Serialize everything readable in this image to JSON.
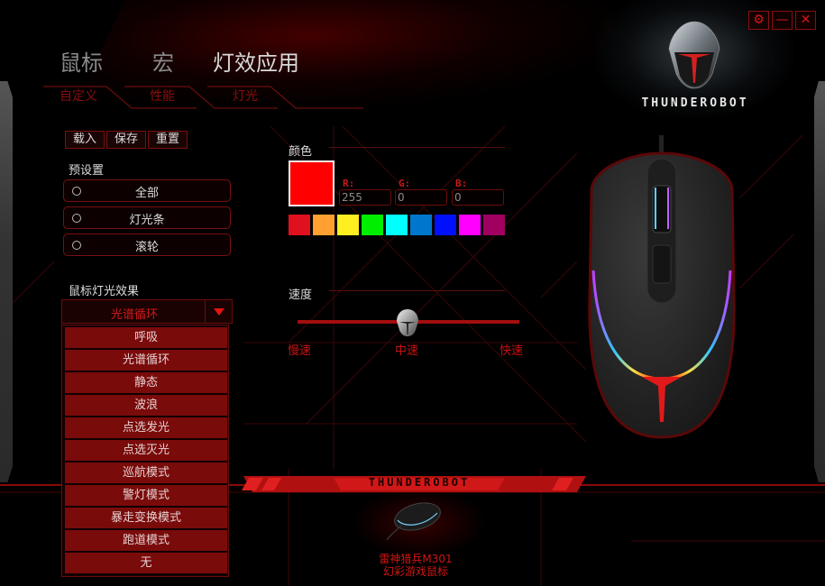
{
  "window": {
    "controls": [
      {
        "name": "settings",
        "glyph": "⚙"
      },
      {
        "name": "minimize",
        "glyph": "—"
      },
      {
        "name": "close",
        "glyph": "✕"
      }
    ]
  },
  "brand": {
    "logo_text": "THUNDEROBOT",
    "accent": "#d01818",
    "dark_red": "#7a0b0b"
  },
  "main_nav": {
    "items": [
      {
        "label": "鼠标",
        "active": false
      },
      {
        "label": "宏",
        "active": false
      },
      {
        "label": "灯效应用",
        "active": true
      }
    ]
  },
  "sub_tabs": [
    {
      "label": "自定义"
    },
    {
      "label": "性能"
    },
    {
      "label": "灯光"
    }
  ],
  "profile_buttons": {
    "load": "载入",
    "save": "保存",
    "reset": "重置"
  },
  "presets": {
    "label": "预设置",
    "items": [
      {
        "label": "全部"
      },
      {
        "label": "灯光条"
      },
      {
        "label": "滚轮"
      }
    ]
  },
  "effect": {
    "label": "鼠标灯光效果",
    "selected": "光谱循环",
    "options": [
      "呼吸",
      "光谱循环",
      "静态",
      "波浪",
      "点选发光",
      "点选灭光",
      "巡航模式",
      "警灯模式",
      "暴走变换模式",
      "跑道模式",
      "无"
    ]
  },
  "color": {
    "label": "颜色",
    "current": "#ff0000",
    "r_label": "R:",
    "g_label": "G:",
    "b_label": "B:",
    "r": "255",
    "g": "0",
    "b": "0",
    "palette": [
      "#e0101e",
      "#ffa030",
      "#ffee20",
      "#00ee00",
      "#00ffff",
      "#0077cc",
      "#0010ff",
      "#ff00ff",
      "#a00060"
    ]
  },
  "speed": {
    "label": "速度",
    "slow": "慢速",
    "medium": "中速",
    "fast": "快速",
    "value": "中速"
  },
  "footer": {
    "logo_text": "THUNDEROBOT",
    "product_line1": "雷神猎兵M301",
    "product_line2": "幻彩游戏鼠标"
  }
}
